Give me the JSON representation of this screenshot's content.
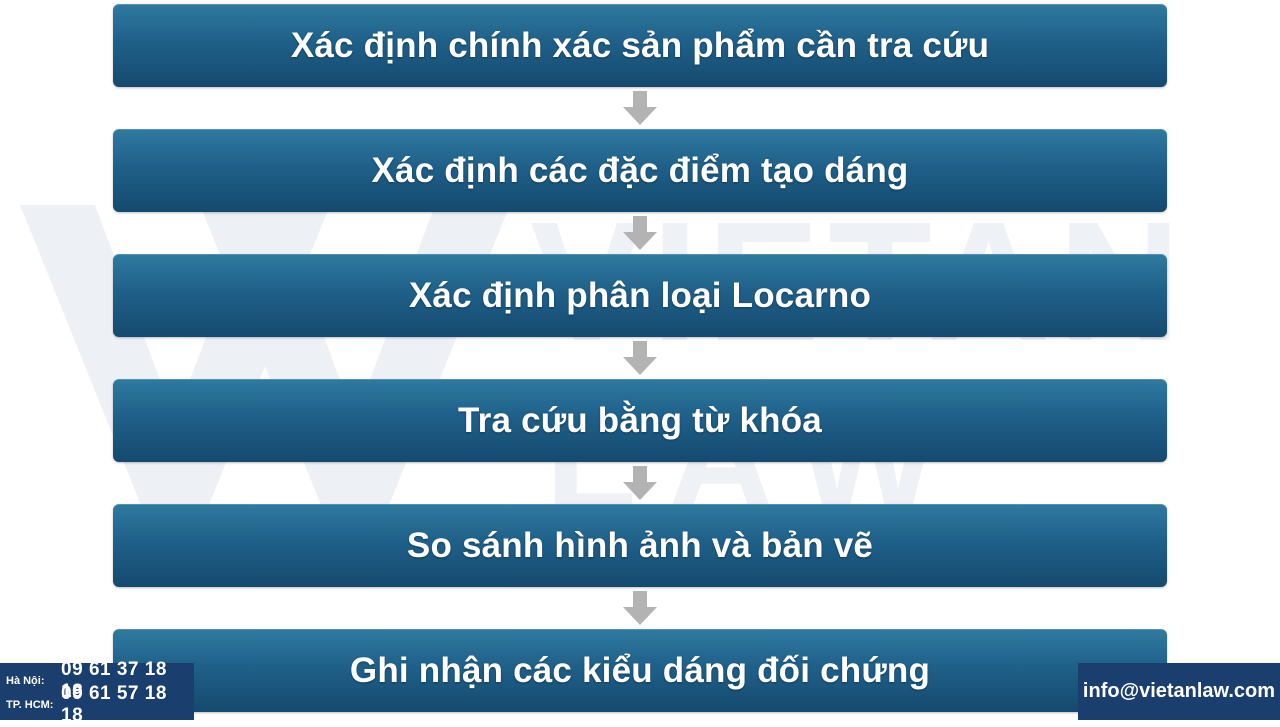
{
  "watermark": {
    "brand": "VIETAN",
    "sub": "LAW"
  },
  "steps": [
    {
      "label": "Xác định chính xác sản phẩm cần tra cứu"
    },
    {
      "label": "Xác định các đặc điểm tạo dáng"
    },
    {
      "label": "Xác định phân loại Locarno"
    },
    {
      "label": "Tra cứu bằng từ khóa"
    },
    {
      "label": "So sánh hình ảnh và bản vẽ"
    },
    {
      "label": "Ghi nhận các kiểu dáng đối chứng"
    }
  ],
  "contact": {
    "hanoi_label": "Hà Nội:",
    "hanoi_number": "09 61 37 18 18",
    "hcm_label": "TP. HCM:",
    "hcm_number": "09 61 57 18 18",
    "email": "info@vietanlaw.com"
  },
  "colors": {
    "box_top": "#2f7aa0",
    "box_bottom": "#154a6e",
    "arrow": "#b3b3b3",
    "footer_bg": "#1a3e6e"
  }
}
